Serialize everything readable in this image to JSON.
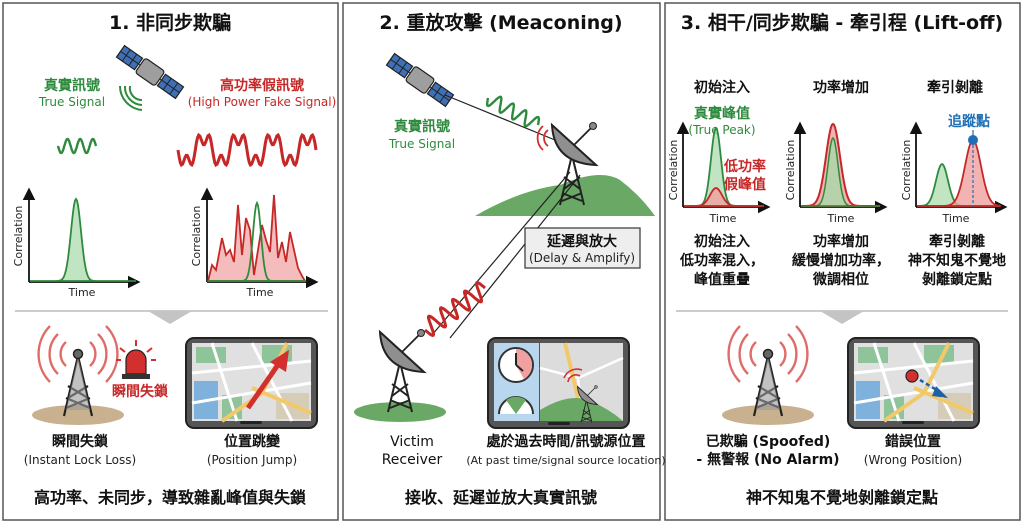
{
  "colors": {
    "true_signal": "#2e8b3e",
    "fake_signal": "#c62828",
    "tracking_point": "#1f6fb5",
    "panel_border": "#555555"
  },
  "panel1": {
    "title": "1. 非同步欺騙",
    "true_signal_zh": "真實訊號",
    "true_signal_en": "True Signal",
    "fake_signal_zh": "高功率假訊號",
    "fake_signal_en": "(High Power Fake Signal)",
    "chart_left": {
      "ylabel": "Correlation",
      "xlabel": "Time"
    },
    "chart_right": {
      "ylabel": "Correlation",
      "xlabel": "Time"
    },
    "alarm_label": "瞬間失鎖",
    "result_left_zh": "瞬間失鎖",
    "result_left_en": "(Instant Lock Loss)",
    "result_right_zh": "位置跳變",
    "result_right_en": "(Position Jump)",
    "summary": "高功率、未同步，導致雜亂峰值與失鎖"
  },
  "panel2": {
    "title": "2. 重放攻擊 (Meaconing)",
    "true_signal_zh": "真實訊號",
    "true_signal_en": "True Signal",
    "delay_box_zh": "延遲與放大",
    "delay_box_en": "(Delay & Amplify)",
    "victim_line1": "Victim",
    "victim_line2": "Receiver",
    "result_zh": "處於過去時間/訊號源位置",
    "result_en": "(At past time/signal source location)",
    "summary": "接收、延遲並放大真實訊號"
  },
  "panel3": {
    "title": "3. 相干/同步欺騙 - 牽引程 (Lift-off)",
    "stages": [
      {
        "heading": "初始注入",
        "caption_title": "初始注入",
        "caption_line1": "低功率混入，",
        "caption_line2": "峰值重疊",
        "ylabel": "Correlation",
        "xlabel": "Time"
      },
      {
        "heading": "功率增加",
        "caption_title": "功率增加",
        "caption_line1": "緩慢增加功率，",
        "caption_line2": "微調相位",
        "ylabel": "Correlation",
        "xlabel": "Time"
      },
      {
        "heading": "牽引剝離",
        "caption_title": "牽引剝離",
        "caption_line1": "神不知鬼不覺地",
        "caption_line2": "剝離鎖定點",
        "ylabel": "Correlation",
        "xlabel": "Time"
      }
    ],
    "true_peak_zh": "真實峰值",
    "true_peak_en": "(True Peak)",
    "fake_peak_line1": "低功率",
    "fake_peak_line2": "假峰值",
    "tracking_point": "追蹤點",
    "result_left_zh": "已欺騙 (Spoofed)",
    "result_left_en": "- 無警報 (No Alarm)",
    "result_right_zh": "錯誤位置",
    "result_right_en": "(Wrong Position)",
    "summary": "神不知鬼不覺地剝離鎖定點"
  },
  "icons": [
    "satellite-icon",
    "signal-tower-icon",
    "alarm-light-icon",
    "tablet-map-icon",
    "dish-antenna-icon",
    "clock-icon",
    "gauge-icon",
    "arrow-down-icon"
  ]
}
